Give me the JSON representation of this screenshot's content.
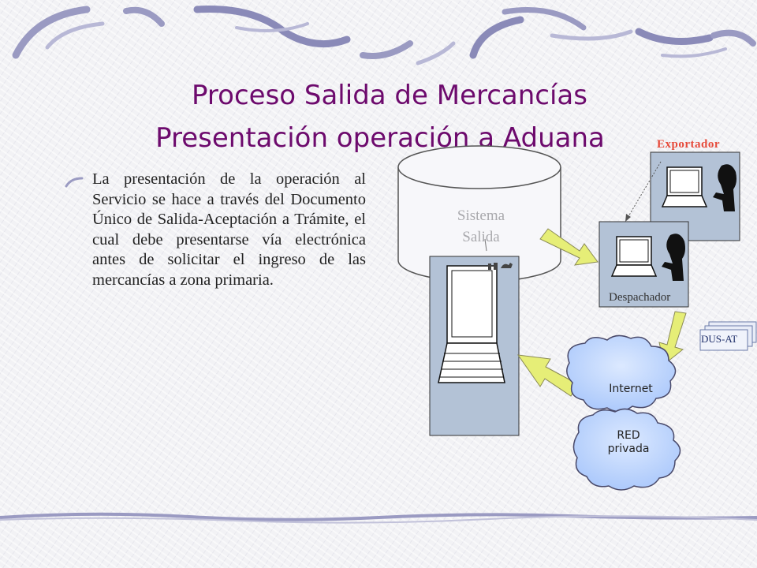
{
  "title": {
    "line1": "Proceso Salida de Mercancías",
    "line2": "Presentación operación a Aduana"
  },
  "bullet": {
    "text": "La presentación de la operación al Servicio se hace a través del Documento Único de Salida-Aceptación a Trámite, el cual debe presentarse vía electrónica antes de solicitar el ingreso de las mercancías a zona primaria."
  },
  "diagram": {
    "exporter": "Exportador",
    "dispatcher": "Despachador",
    "system_line1": "Sistema",
    "system_line2": "Salida",
    "internet": "Internet",
    "private_network_line1": "RED",
    "private_network_line2": "privada",
    "document": "DUS-AT"
  },
  "colors": {
    "title": "#6d0a6d",
    "exporter_label": "#e64a3a",
    "arrow_fill": "#e6ee77",
    "cloud_fill": "#bdd6ff",
    "panel_fill": "#b3c2d6",
    "swoosh": "#8a8ab8"
  }
}
